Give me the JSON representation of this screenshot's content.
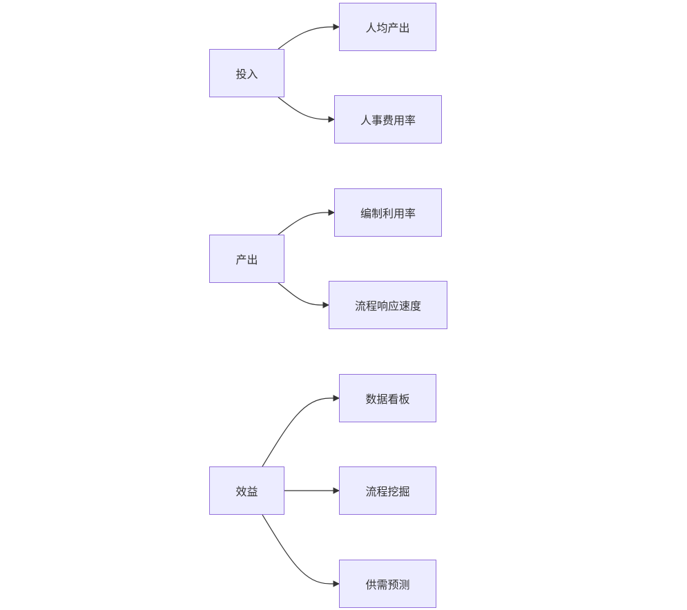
{
  "diagram": {
    "groups": [
      {
        "root": "投入",
        "children": [
          "人均产出",
          "人事费用率"
        ]
      },
      {
        "root": "产出",
        "children": [
          "编制利用率",
          "流程响应速度"
        ]
      },
      {
        "root": "效益",
        "children": [
          "数据看板",
          "流程挖掘",
          "供需预测"
        ]
      }
    ]
  },
  "colors": {
    "node_fill": "#ececff",
    "node_border": "#9370db",
    "edge": "#333333",
    "text": "#333333"
  }
}
